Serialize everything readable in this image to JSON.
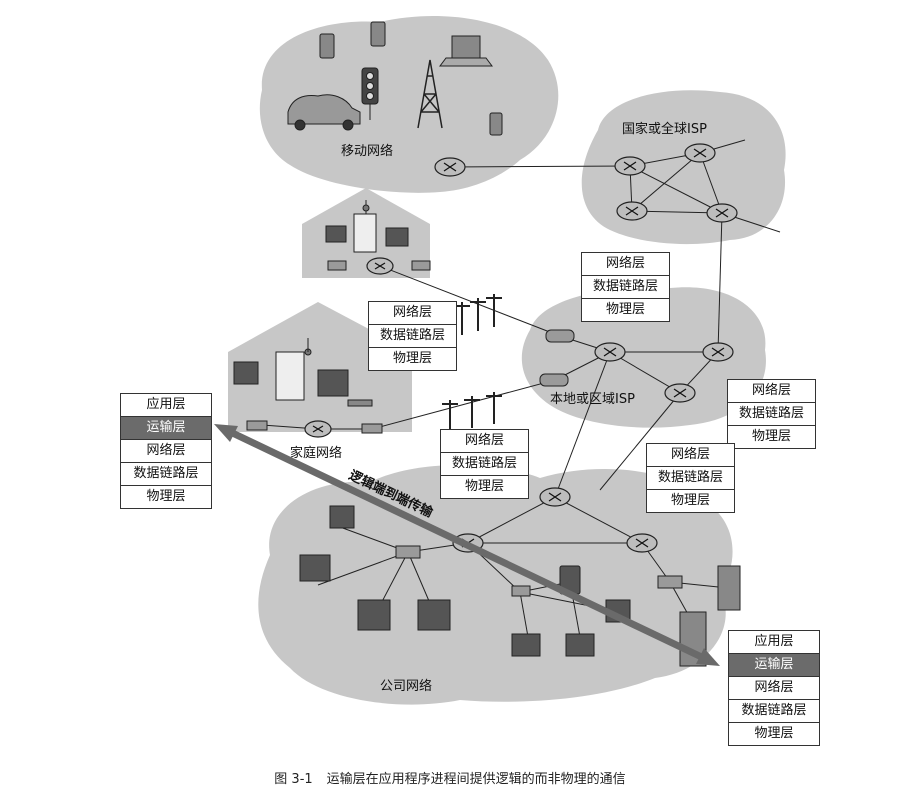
{
  "networks": {
    "mobile": "移动网络",
    "national": "国家或全球ISP",
    "home": "家庭网络",
    "regional": "本地或区域ISP",
    "enterprise": "公司网络"
  },
  "stacks": {
    "router3": [
      "网络层",
      "数据链路层",
      "物理层"
    ],
    "host5": [
      "应用层",
      "运输层",
      "网络层",
      "数据链路层",
      "物理层"
    ]
  },
  "arrow_label": "逻辑端到端传输",
  "caption": {
    "number": "图 3-1",
    "text": "运输层在应用程序进程间提供逻辑的而非物理的通信"
  },
  "colors": {
    "cloud": "#c7c7c7",
    "highlight_layer": "#6b6b6b",
    "arrow": "#666666"
  }
}
